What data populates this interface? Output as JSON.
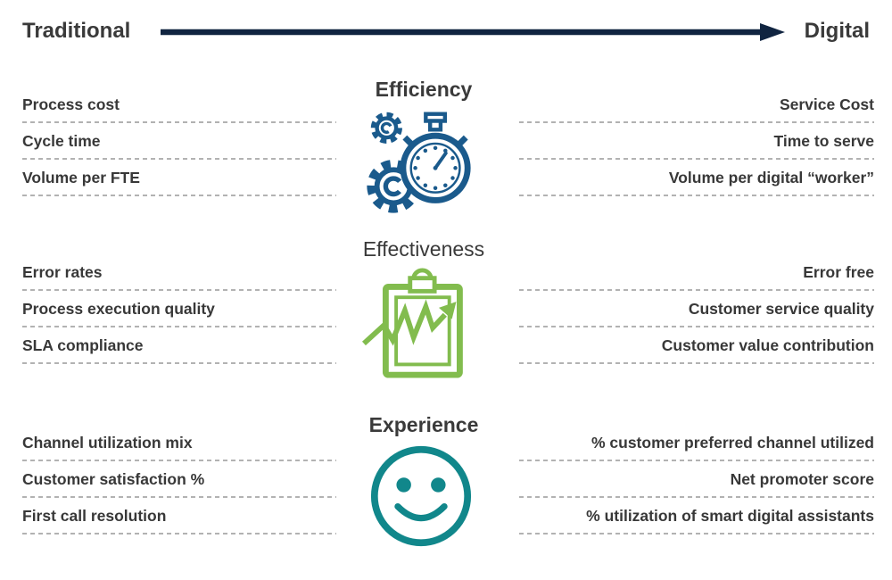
{
  "header": {
    "left_label": "Traditional",
    "right_label": "Digital"
  },
  "colors": {
    "arrow": "#102440",
    "text": "#3A3A3A",
    "divider": "#B2B2B2",
    "efficiency_icon": "#1A5A8C",
    "effectiveness_icon": "#82BC4E",
    "experience_icon": "#11878B"
  },
  "sections": [
    {
      "title": "Efficiency",
      "icon": "gears-stopwatch-icon",
      "icon_color": "#1A5A8C",
      "traditional_metrics": [
        "Process cost",
        "Cycle time",
        "Volume per FTE"
      ],
      "digital_metrics": [
        "Service Cost",
        "Time to serve",
        "Volume per digital “worker”"
      ]
    },
    {
      "title": "Effectiveness",
      "icon": "clipboard-trend-arrow-icon",
      "icon_color": "#82BC4E",
      "traditional_metrics": [
        "Error rates",
        "Process execution quality",
        "SLA compliance"
      ],
      "digital_metrics": [
        "Error free",
        "Customer service quality",
        "Customer value contribution"
      ]
    },
    {
      "title": "Experience",
      "icon": "smiley-face-icon",
      "icon_color": "#11878B",
      "traditional_metrics": [
        "Channel utilization mix",
        "Customer satisfaction %",
        "First call resolution"
      ],
      "digital_metrics": [
        "% customer preferred channel utilized",
        "Net promoter score",
        "% utilization of smart digital assistants"
      ]
    }
  ]
}
